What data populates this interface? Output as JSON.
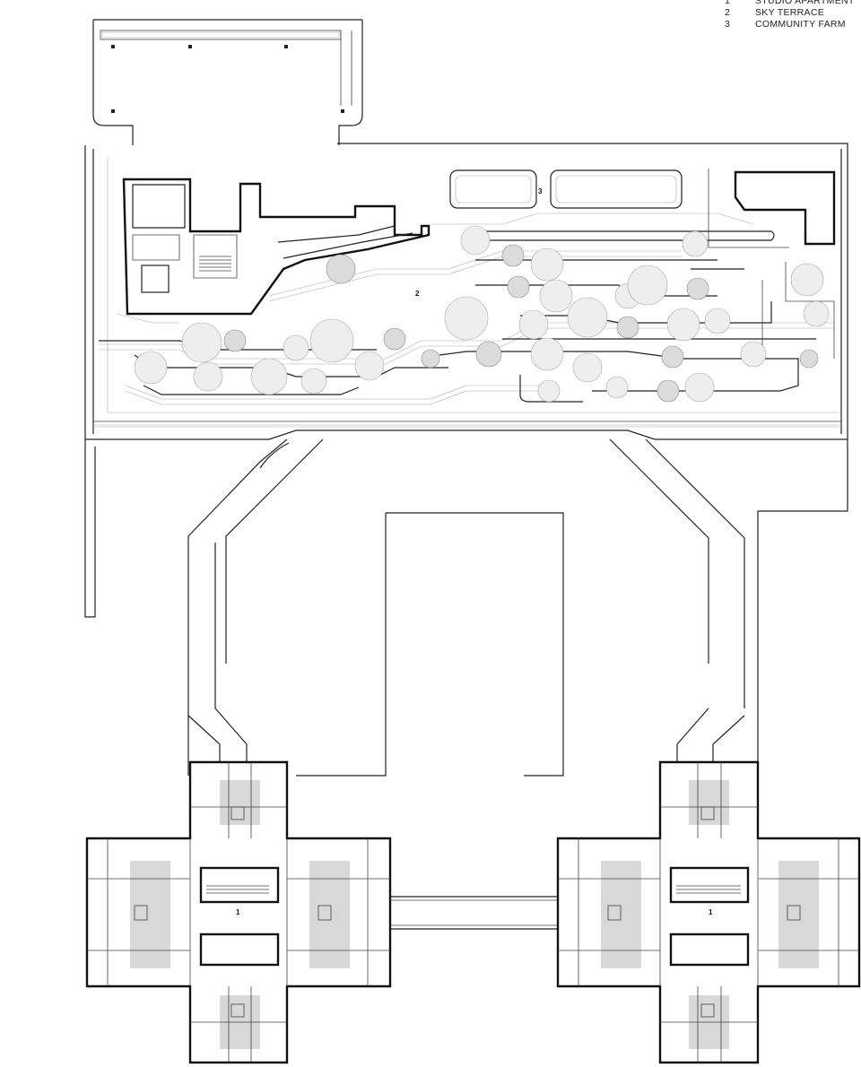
{
  "legend": {
    "items": [
      {
        "num": "1",
        "label": "STUDIO APARTMENT"
      },
      {
        "num": "2",
        "label": "SKY TERRACE"
      },
      {
        "num": "3",
        "label": "COMMUNITY FARM"
      }
    ]
  },
  "plan_labels": {
    "terrace": "2",
    "farm": "3",
    "apartment_left": "1",
    "apartment_right": "1"
  }
}
